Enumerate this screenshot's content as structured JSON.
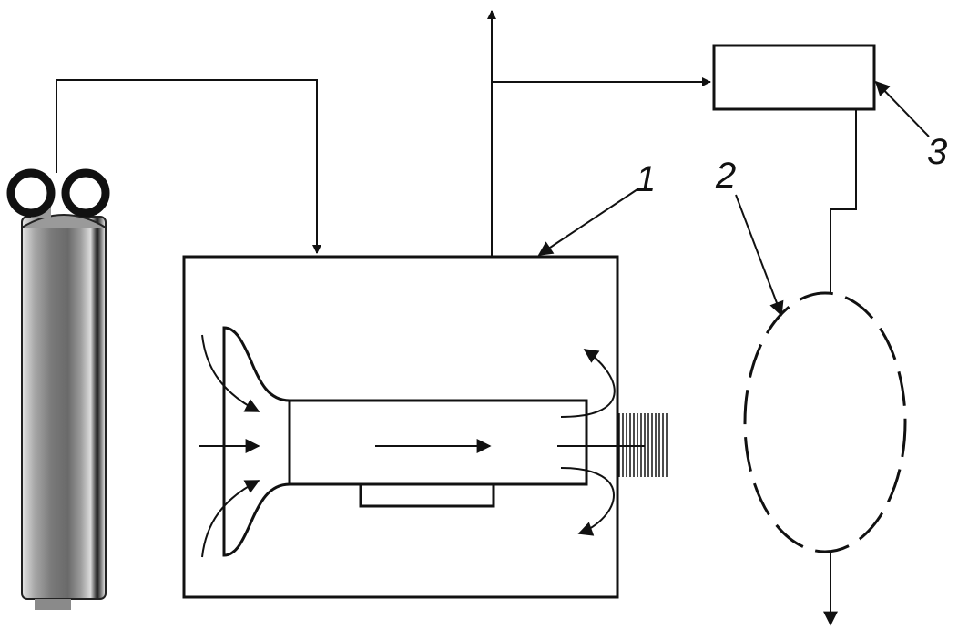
{
  "diagram": {
    "labels": {
      "chamber": "1",
      "bag": "2",
      "unit": "3"
    },
    "colors": {
      "line": "#111111",
      "background": "#ffffff",
      "cylinder_dark": "#5a5a5a",
      "cylinder_mid": "#8c8c8c",
      "cylinder_light": "#d0d0d0"
    }
  }
}
